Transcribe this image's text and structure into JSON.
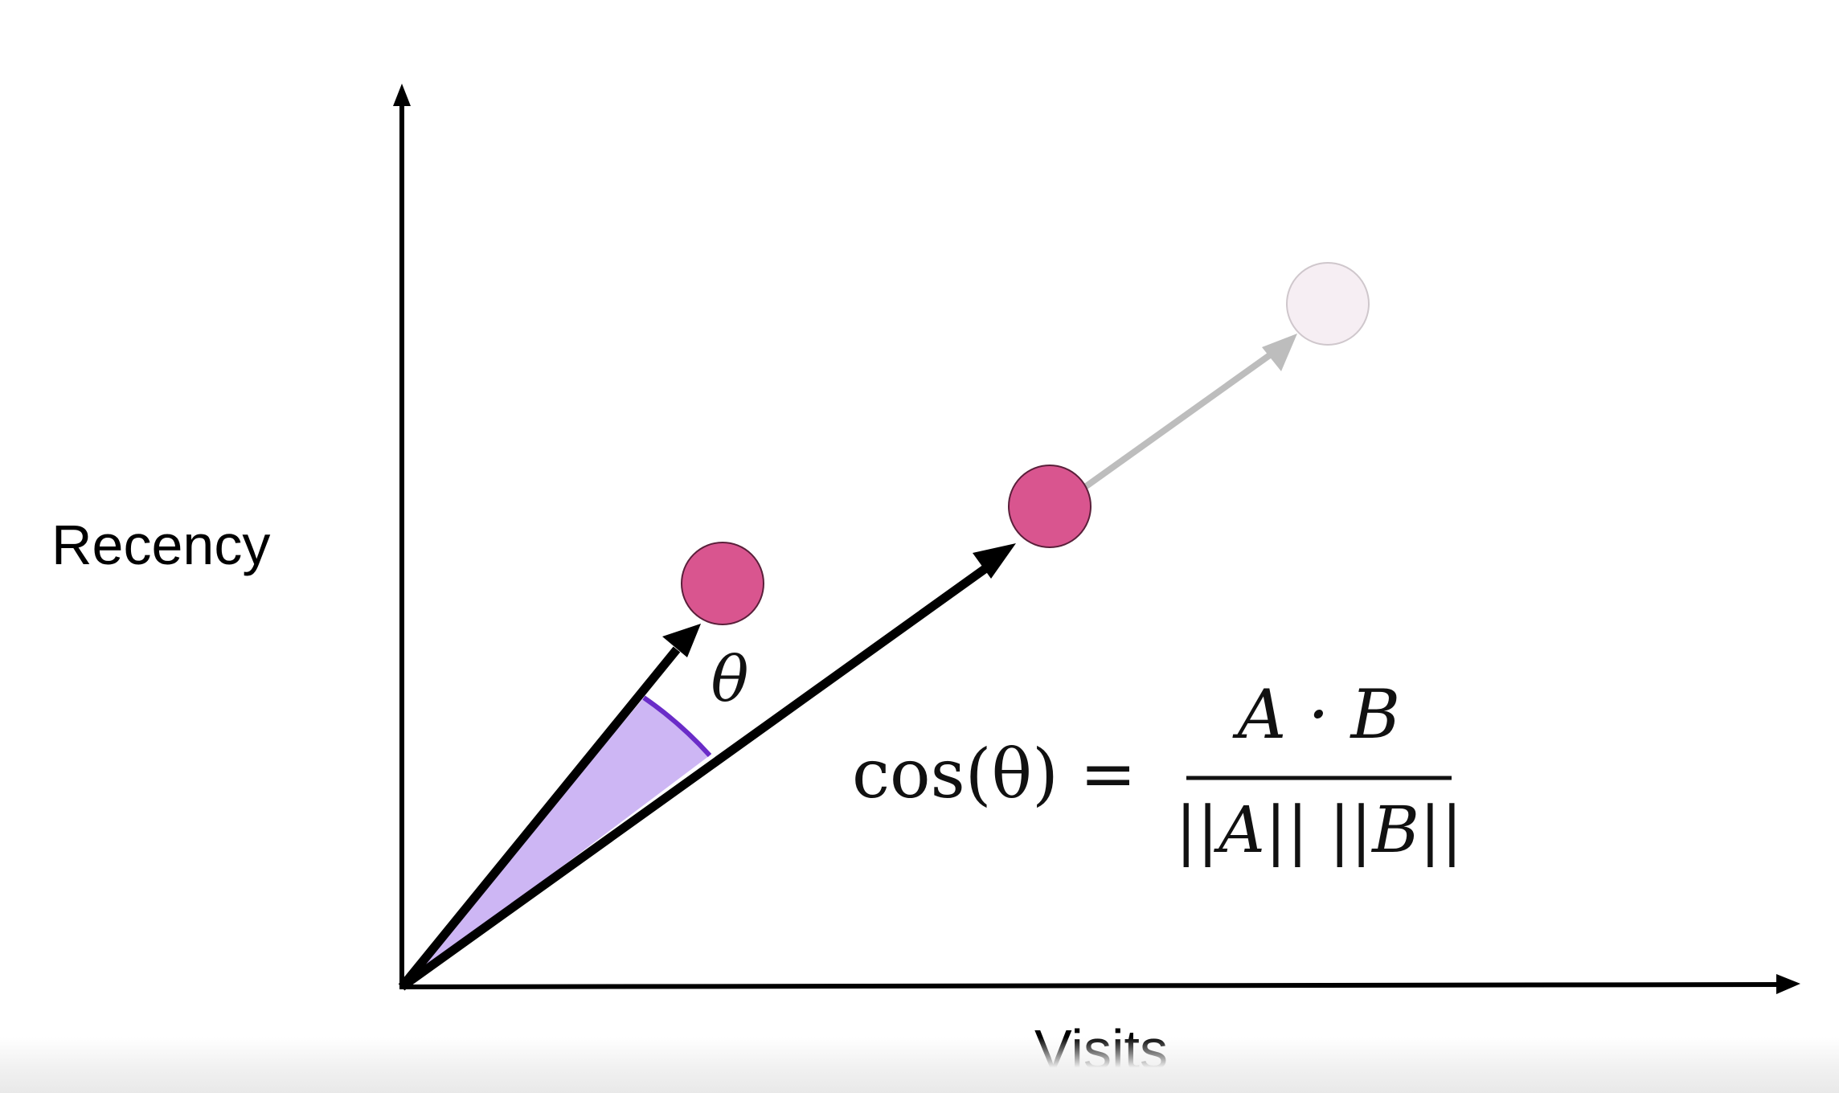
{
  "axes": {
    "x_label": "Visits",
    "y_label": "Recency"
  },
  "angle_symbol": "θ",
  "formula": {
    "lhs": "cos(θ) =",
    "numerator": "A · B",
    "denominator": "||A|| ||B||"
  },
  "colors": {
    "vector": "#000000",
    "faded_vector": "#bdbdbd",
    "point_fill": "#d9558f",
    "faded_point_fill": "#f6eef3",
    "angle_fill": "#cdb6f4",
    "angle_arc": "#6a2cc8"
  }
}
